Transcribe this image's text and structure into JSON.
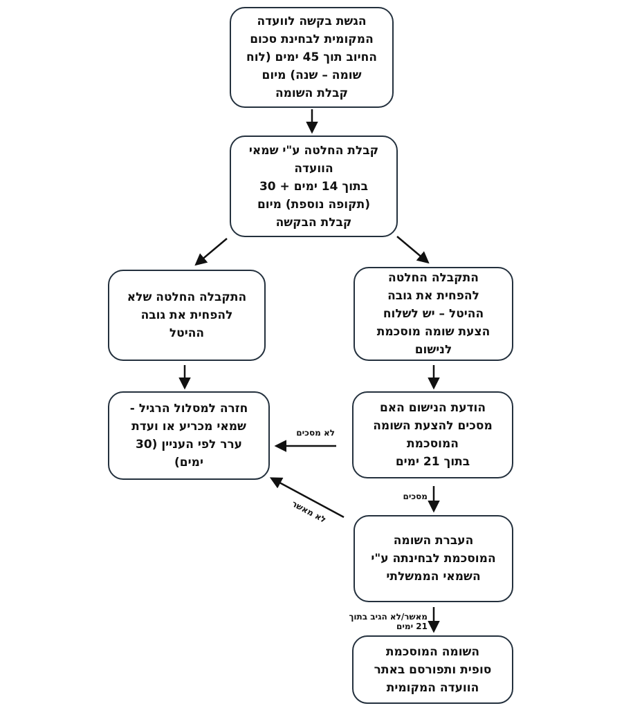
{
  "nodes": {
    "n1": "הגשת בקשה לוועדה\nהמקומית לבחינת סכום\nהחיוב תוך 45 ימים (לוח\nשומה – שנה) מיום\nקבלת השומה",
    "n2": "קבלת החלטה ע\"י שמאי\nהוועדה\nבתוך 14 ימים + 30\n(תקופה נוספת) מיום\nקבלת הבקשה",
    "n3": "התקבלה החלטה\nלהפחית את גובה\nההיטל – יש לשלוח\nהצעת שומה מוסכמת\nלנישום",
    "n4": "התקבלה החלטה שלא\nלהפחית את גובה\nההיטל",
    "n5": "הודעת הנישום האם\nמסכים להצעת השומה\nהמוסכמת\nבתוך 21 ימים",
    "n6": "חזרה למסלול הרגיל -\nשמאי מכריע או ועדת\nערר לפי העניין (30\nימים)",
    "n7": "העברת השומה\nהמוסכמת לבחינתה ע\"י\nהשמאי הממשלתי",
    "n8": "השומה המוסכמת\nסופית ותפורסם באתר\nהוועדה המקומית"
  },
  "edge_labels": {
    "not_agree": "לא מסכים",
    "agree": "מסכים",
    "not_approved": "לא מאשר",
    "approved_or_no_reply": "מאשר/לא הגיב בתוך\n21 ימים"
  },
  "colors": {
    "border": "#23303d",
    "arrow": "#111111",
    "text": "#111111",
    "background": "#ffffff"
  }
}
